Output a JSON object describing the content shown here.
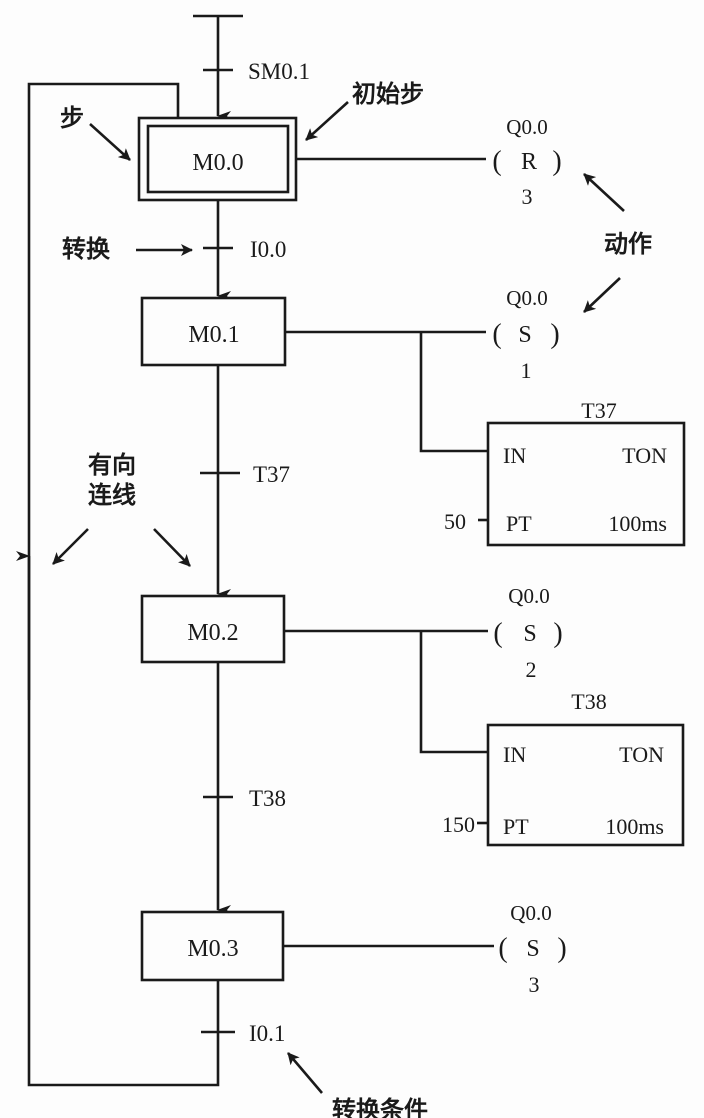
{
  "diagram": {
    "type": "sequential-function-chart",
    "initial_transition": "SM0.1",
    "steps": [
      {
        "name": "M0.0",
        "initial": true
      },
      {
        "name": "M0.1",
        "initial": false
      },
      {
        "name": "M0.2",
        "initial": false
      },
      {
        "name": "M0.3",
        "initial": false
      }
    ],
    "transitions": [
      "I0.0",
      "T37",
      "T38",
      "I0.1"
    ],
    "actions": [
      {
        "step": "M0.0",
        "operand": "Q0.0",
        "instruction": "R",
        "count": "3"
      },
      {
        "step": "M0.1",
        "operand": "Q0.0",
        "instruction": "S",
        "count": "1"
      },
      {
        "step": "M0.2",
        "operand": "Q0.0",
        "instruction": "S",
        "count": "2"
      },
      {
        "step": "M0.3",
        "operand": "Q0.0",
        "instruction": "S",
        "count": "3"
      }
    ],
    "timers": [
      {
        "name": "T37",
        "in_label": "IN",
        "type": "TON",
        "pt_label": "PT",
        "preset": "50",
        "base": "100ms"
      },
      {
        "name": "T38",
        "in_label": "IN",
        "type": "TON",
        "pt_label": "PT",
        "preset": "150",
        "base": "100ms"
      }
    ]
  },
  "annotations": {
    "step": "步",
    "initial_step": "初始步",
    "transition": "转换",
    "action": "动作",
    "directed_line_1": "有向",
    "directed_line_2": "连线",
    "transition_condition": "转换条件"
  }
}
